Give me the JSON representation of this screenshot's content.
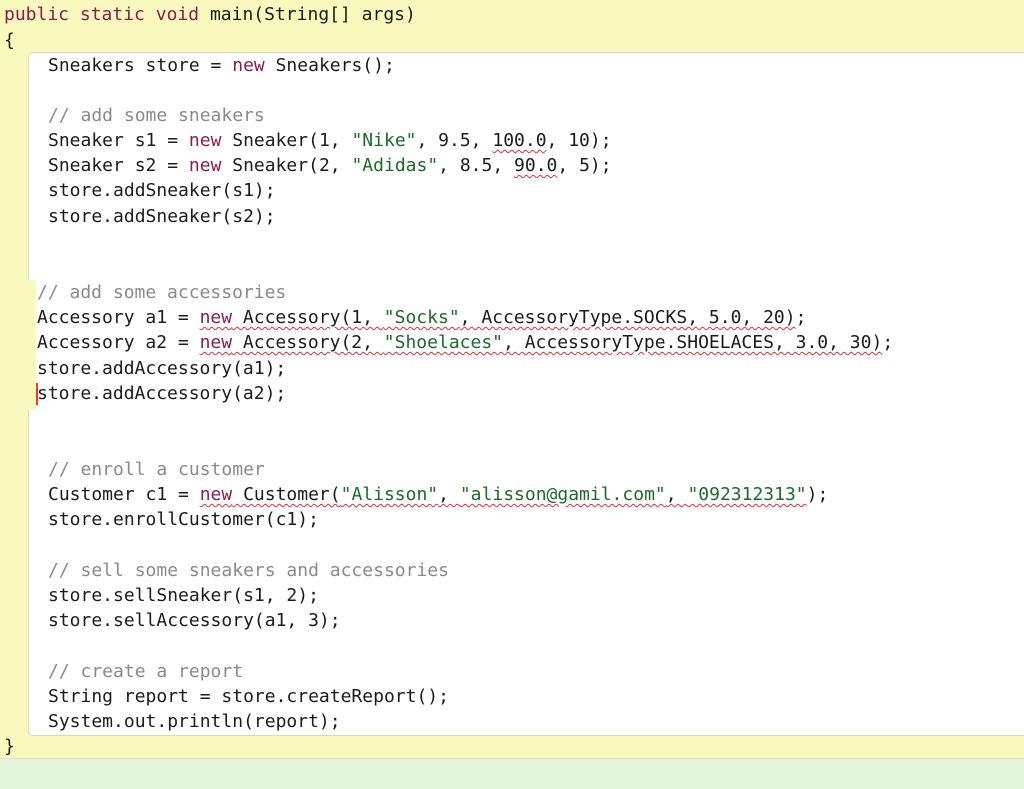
{
  "code": {
    "signature": {
      "kw1": "public",
      "kw2": "static",
      "kw3": "void",
      "rest": "main(String[] args)"
    },
    "open_brace": "{",
    "close_brace": "}",
    "l1": {
      "a": "Sneakers store = ",
      "kw": "new",
      "b": "Sneakers();"
    },
    "c1": "// add some sneakers",
    "l2": {
      "a": "Sneaker s1 = ",
      "kw": "new",
      "b": "Sneaker(1, ",
      "s": "\"Nike\"",
      "c": ", 9.5, ",
      "sq": "100.0",
      "d": ", 10);"
    },
    "l3": {
      "a": "Sneaker s2 = ",
      "kw": "new",
      "b": "Sneaker(2, ",
      "s": "\"Adidas\"",
      "c": ", 8.5, ",
      "sq": "90.0",
      "d": ", 5);"
    },
    "l4": "store.addSneaker(s1);",
    "l5": "store.addSneaker(s2);",
    "c2": "// add some accessories",
    "l6": {
      "a": "Accessory a1 = ",
      "kw": "new",
      "b": " Accessory(1, ",
      "s": "\"Socks\"",
      "c": ", AccessoryType.SOCKS, 5.0, 20)",
      "d": ";"
    },
    "l7": {
      "a": "Accessory a2 = ",
      "kw": "new",
      "b": " Accessory(2, ",
      "s": "\"Shoelaces\"",
      "c": ", AccessoryType.SHOELACES, 3.0, 30)",
      "d": ";"
    },
    "l8": "store.addAccessory(a1);",
    "l9": "store.addAccessory(a2);",
    "c3": "// enroll a customer",
    "l10": {
      "a": "Customer c1 = ",
      "kw": "new",
      "b": " Customer(",
      "s1": "\"Alisson\"",
      "sep1": ", ",
      "s2": "\"alisson@gamil.com\"",
      "sep2": ", ",
      "s3": "\"092312313\"",
      "d": ");"
    },
    "l11": "store.enrollCustomer(c1);",
    "c4": "// sell some sneakers and accessories",
    "l12": "store.sellSneaker(s1, 2);",
    "l13": "store.sellAccessory(a1, 3);",
    "c5": "// create a report",
    "l14": "String report = store.createReport();",
    "l15": "System.out.println(report);"
  }
}
